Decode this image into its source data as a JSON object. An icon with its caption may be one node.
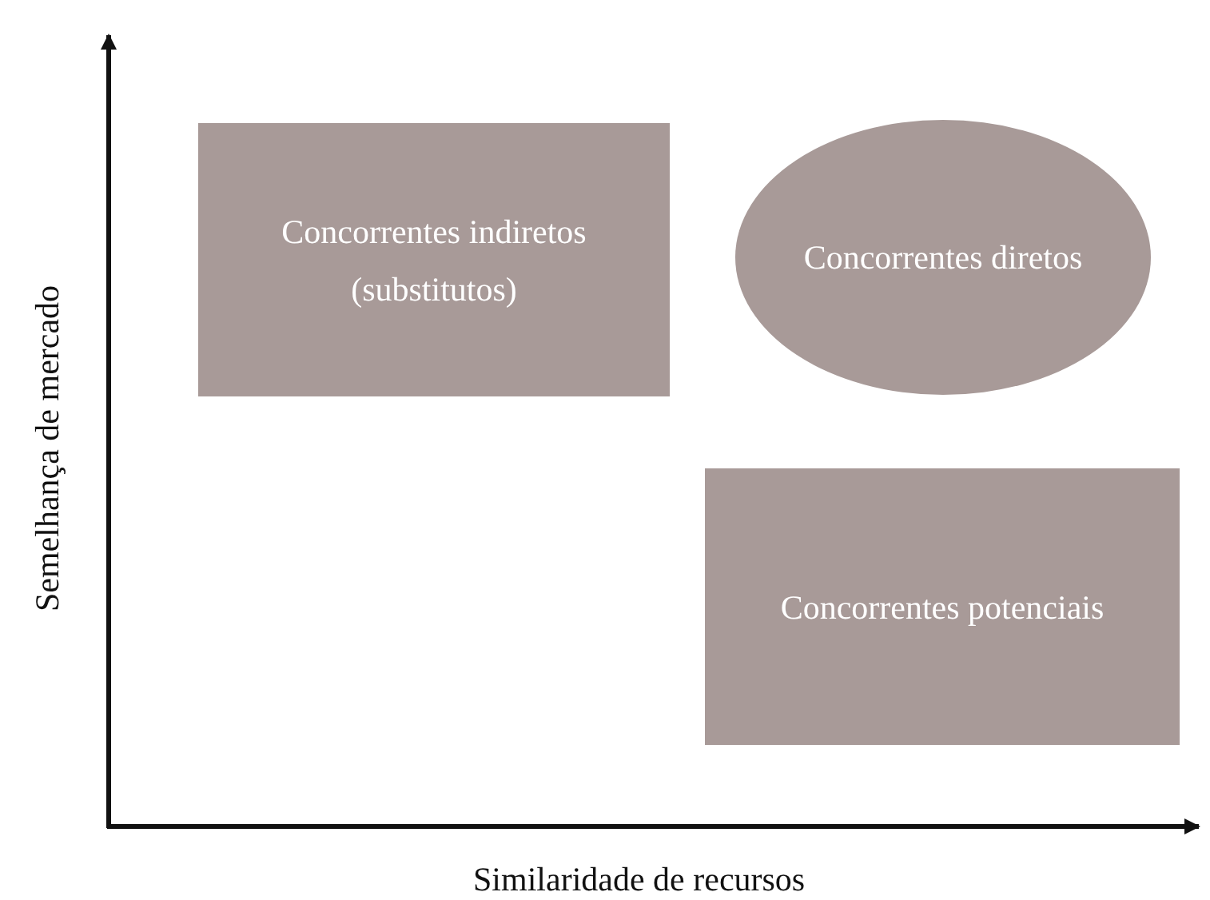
{
  "diagram": {
    "nodes": [
      {
        "text": [
          "Concorrentes indiretos (substitutos)"
        ]
      },
      {
        "text": [
          "Concorrentes diretos"
        ]
      },
      {
        "text": [
          "Concorrentes potenciais"
        ]
      }
    ],
    "labels": [
      "Semelhança de mercado",
      "Similaridade de recursos"
    ]
  }
}
